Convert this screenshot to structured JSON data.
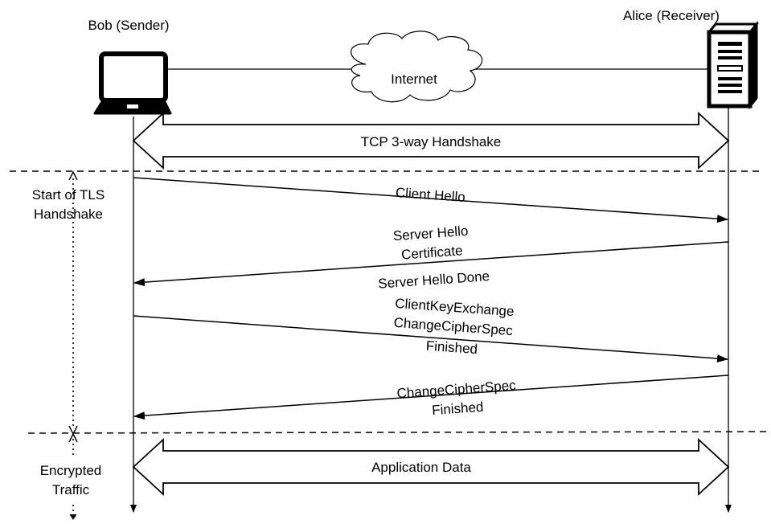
{
  "participants": {
    "sender": "Bob (Sender)",
    "receiver": "Alice (Receiver)"
  },
  "network": {
    "label": "Internet",
    "icon": "cloud-icon"
  },
  "phases": {
    "tls_start": [
      "Start of TLS",
      "Handshake"
    ],
    "encrypted": [
      "Encrypted",
      "Traffic"
    ]
  },
  "exchanges": {
    "tcp": "TCP 3-way Handshake",
    "app_data": "Application Data"
  },
  "messages": [
    {
      "direction": "sender-to-receiver",
      "lines": [
        "Client Hello"
      ]
    },
    {
      "direction": "receiver-to-sender",
      "lines": [
        "Server Hello",
        "Certificate",
        "Server Hello Done"
      ]
    },
    {
      "direction": "sender-to-receiver",
      "lines": [
        "ClientKeyExchange",
        "ChangeCipherSpec",
        "Finished"
      ]
    },
    {
      "direction": "receiver-to-sender",
      "lines": [
        "ChangeCipherSpec",
        "Finished"
      ]
    }
  ],
  "icons": {
    "sender": "laptop-icon",
    "receiver": "server-icon"
  }
}
